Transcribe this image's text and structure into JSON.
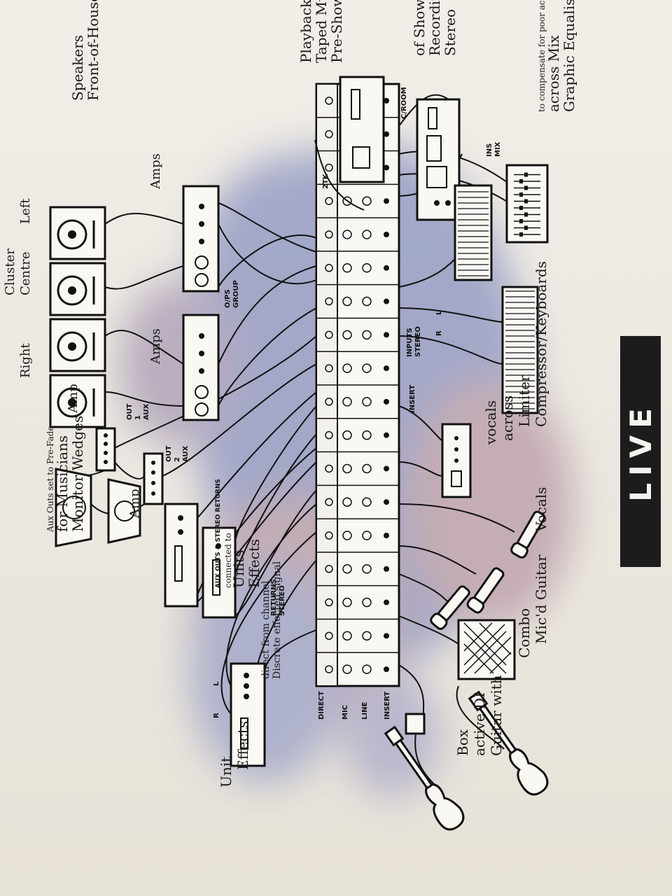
{
  "title": "LIVE",
  "labels": {
    "graphic_eq": [
      "Graphic Equaliser",
      "across Mix"
    ],
    "graphic_eq_note": "to compensate for poor acoustics",
    "stereo_rec": [
      "Stereo",
      "Recording",
      "of Show"
    ],
    "pre_show": [
      "Pre-Show",
      "Taped Music",
      "Playback"
    ],
    "foh": [
      "Front-of-House",
      "Speakers"
    ],
    "amps": "Amps",
    "amp": "Amp",
    "left": "Left",
    "centre": [
      "Centre",
      "Cluster"
    ],
    "right": "Right",
    "keyboards": "Keyboards",
    "compressor": [
      "Compressor/",
      "Limiter",
      "across",
      "vocals"
    ],
    "vocals": "Vocals",
    "micd_guitar": [
      "Mic'd Guitar",
      "Combo"
    ],
    "guitar_di": [
      "Guitar with",
      "active DI",
      "Box"
    ],
    "monitor": [
      "Monitor Wedges",
      "for Musicians"
    ],
    "monitor_note": "Aux Outs set to Pre-Fade",
    "effects_units": [
      "Effects",
      "Units"
    ],
    "effects_connected": "connected to",
    "effects_connected_2": "AUX OUTS & STEREO RETURNS",
    "effects_unit": [
      "Effects",
      "Unit"
    ],
    "discrete": [
      "Discrete effected signal",
      "direct from channel"
    ]
  },
  "tags": {
    "mix_ins": [
      "MIX",
      "INS"
    ],
    "c_room": "C/ROOM",
    "two_trk": "2TK",
    "group_ops": [
      "GROUP",
      "O/PS"
    ],
    "stereo_inputs": [
      "STEREO",
      "INPUTS"
    ],
    "insert": "INSERT",
    "aux1": [
      "AUX",
      "1",
      "OUT"
    ],
    "aux2": [
      "AUX",
      "2",
      "OUT"
    ],
    "stereo_returns": [
      "STEREO",
      "RETURNS"
    ],
    "row_insert": "INSERT",
    "row_line": "LINE",
    "row_mic": "MIC",
    "row_direct": "DIRECT",
    "L": "L",
    "R": "R"
  },
  "colors": {
    "ink": "#111111",
    "paper": "#f1eee8",
    "wash_blue": "#8b93c0",
    "wash_mauve": "#b79aa6",
    "title_bg": "#1c1c1c"
  }
}
